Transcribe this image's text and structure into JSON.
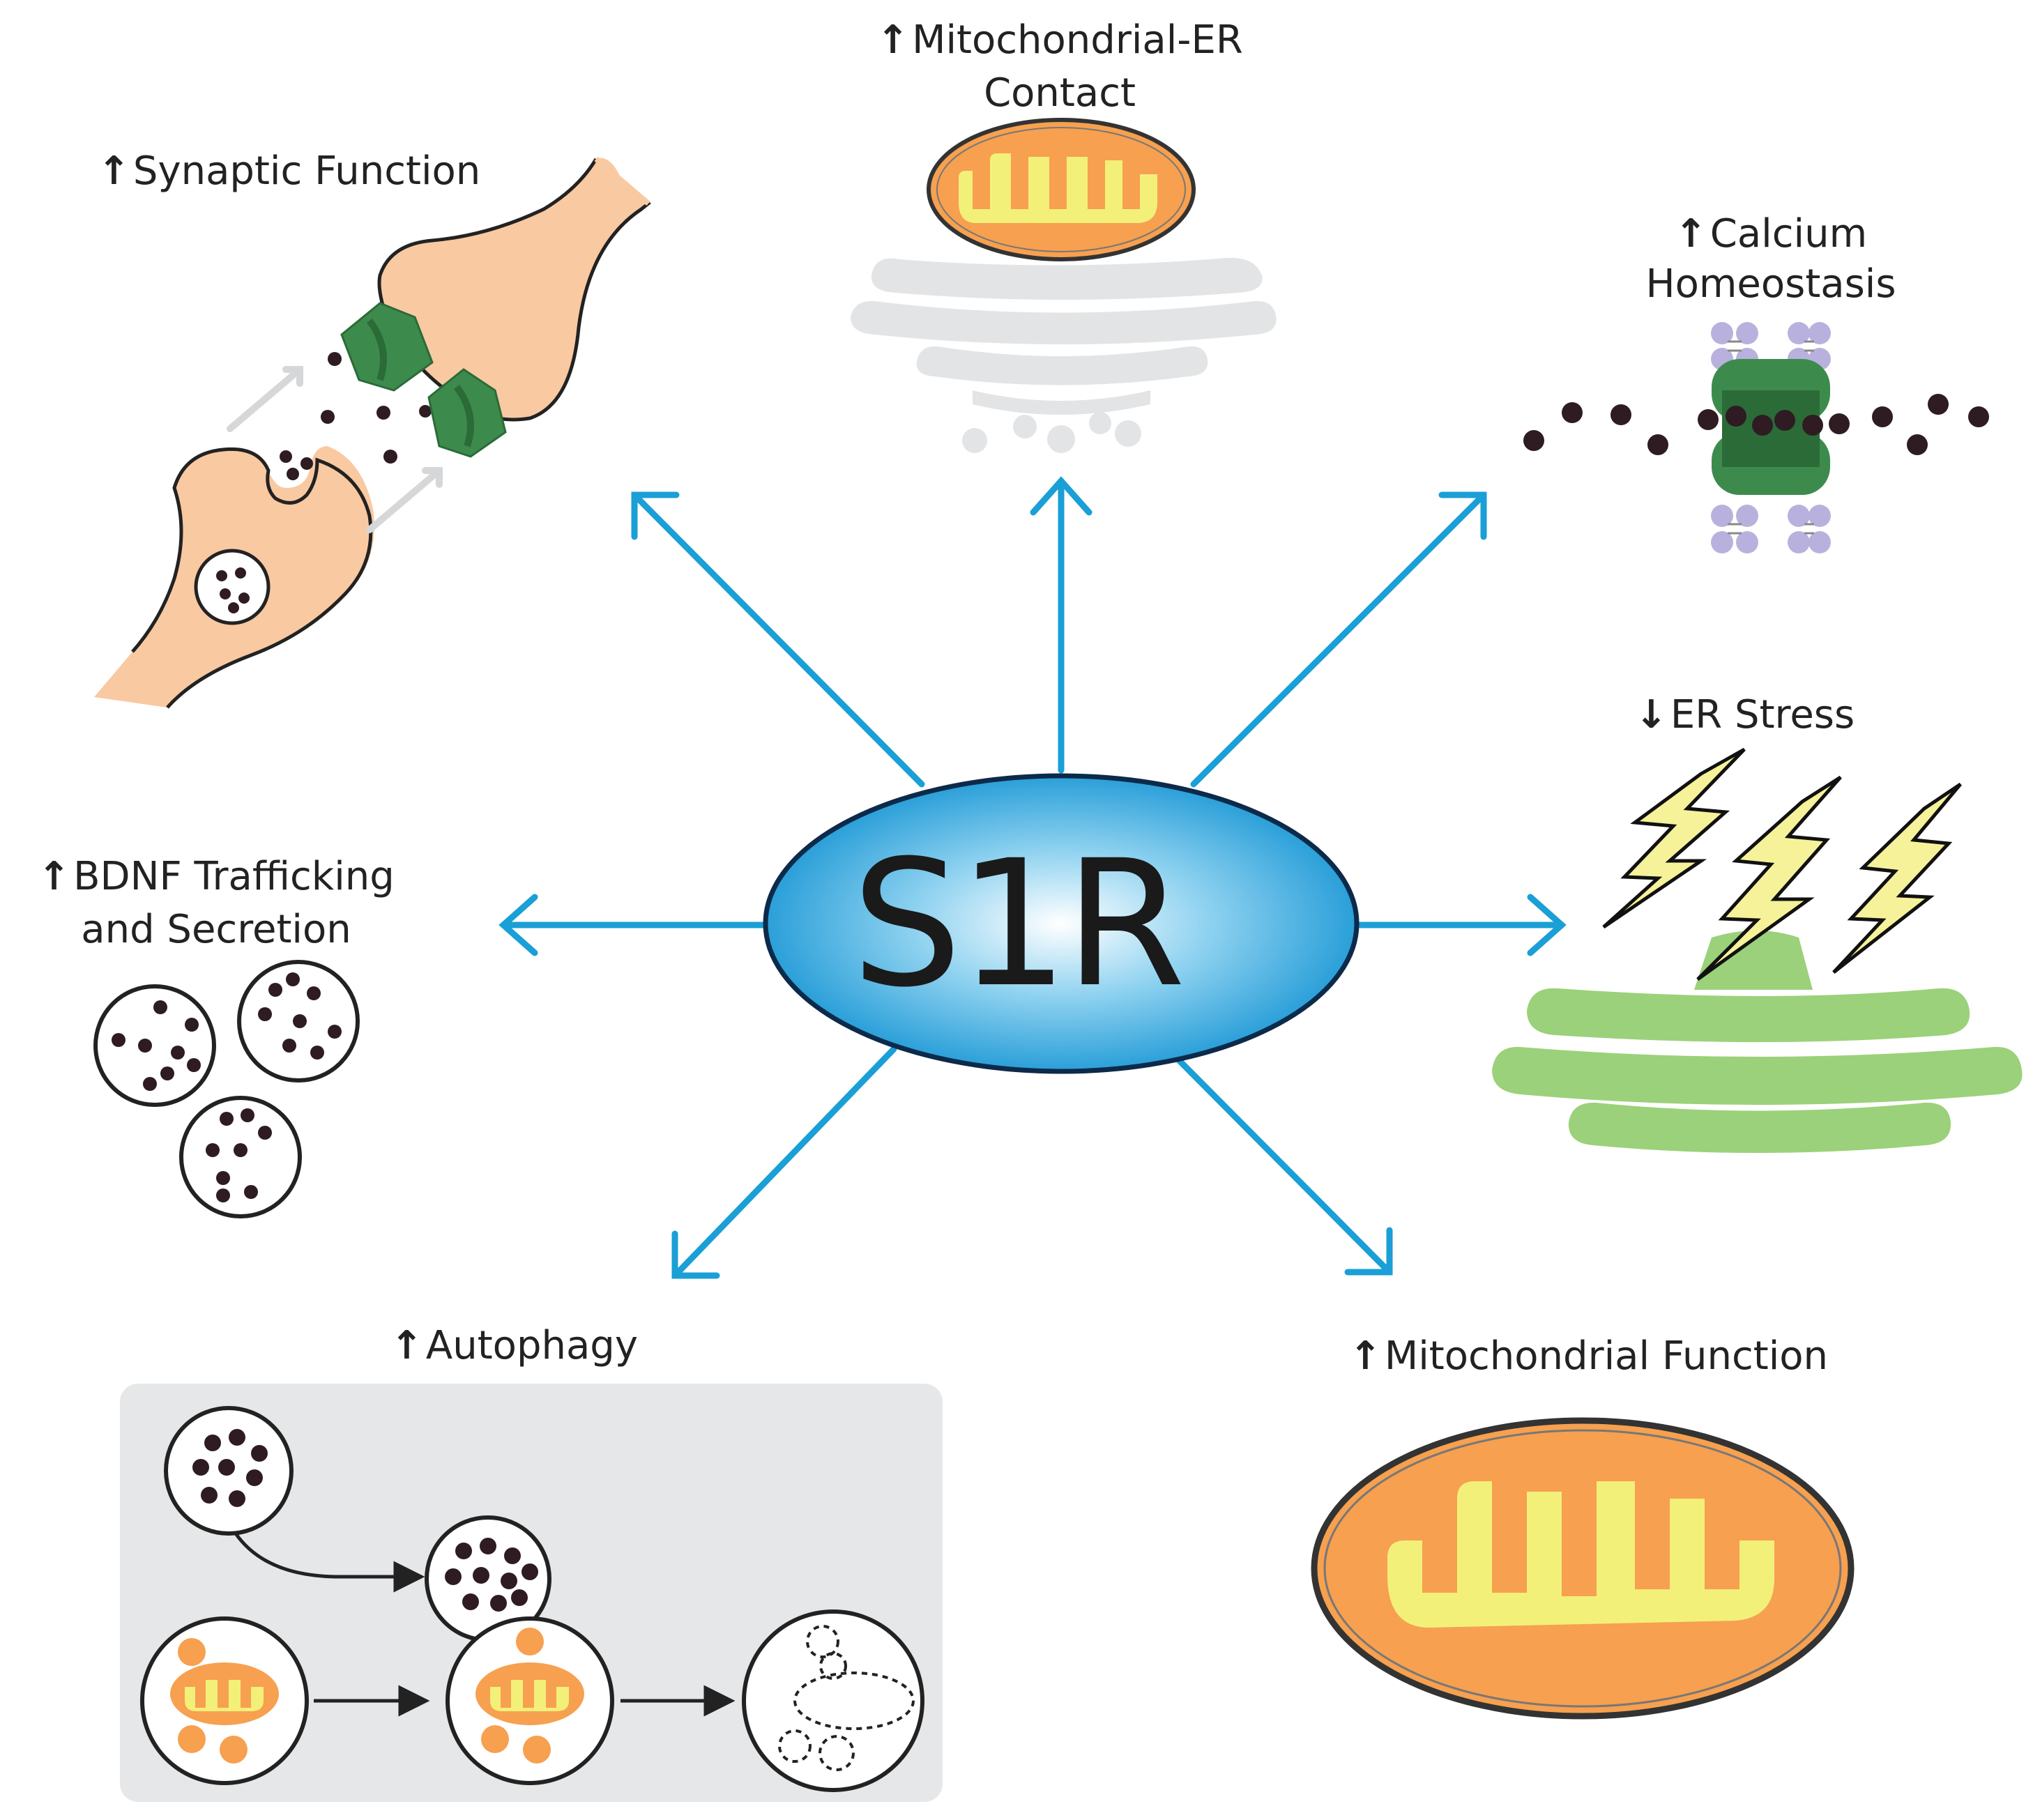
{
  "center": {
    "label": "S1R"
  },
  "arrow_up": "↑",
  "arrow_down": "↓",
  "effects": {
    "mito_er_contact": {
      "arrow": "↑",
      "line1": "Mitochondrial-ER",
      "line2": "Contact"
    },
    "synaptic": {
      "arrow": "↑",
      "text": "Synaptic Function"
    },
    "calcium": {
      "arrow": "↑",
      "line1": "Calcium",
      "line2": "Homeostasis"
    },
    "er_stress": {
      "arrow": "↓",
      "text": "ER Stress"
    },
    "bdnf": {
      "arrow": "↑",
      "line1": "BDNF Trafficking",
      "line2": "and Secretion"
    },
    "autophagy": {
      "arrow": "↑",
      "text": "Autophagy"
    },
    "mito_function": {
      "arrow": "↑",
      "text": "Mitochondrial Function"
    }
  },
  "colors": {
    "arrow_blue": "#1a9fd6",
    "ellipse_blue": "#1aa0dc",
    "neuron_peach": "#f9c9a2",
    "receptor_green": "#3d8b4c",
    "mito_orange": "#f7a04f",
    "mito_yellow": "#f3f07a",
    "er_gray": "#e2e4e6",
    "er_green": "#9bd17a",
    "bolt_yellow": "#f6f29a",
    "lipid_purple": "#b9b1dd",
    "panel_gray": "#e5e7e9",
    "dot_dark": "#2e1c22"
  }
}
